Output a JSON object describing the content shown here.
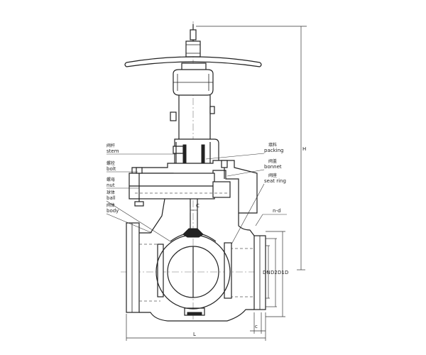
{
  "callouts": {
    "stem": {
      "zh": "阀杆",
      "en": "stem"
    },
    "bolt": {
      "zh": "螺栓",
      "en": "bolt"
    },
    "nut": {
      "zh": "螺母",
      "en": "nut"
    },
    "ball": {
      "zh": "球体",
      "en": "ball"
    },
    "body": {
      "zh": "阀体",
      "en": "body"
    },
    "packing": {
      "zh": "填料",
      "en": "packing"
    },
    "bonnet": {
      "zh": "阀盖",
      "en": "bonnet"
    },
    "seat_ring": {
      "zh": "阀座",
      "en": "seat ring"
    }
  },
  "dimensions": {
    "H": "H",
    "L": "L",
    "C_top": "C",
    "C_bottom": "c",
    "n_d": "n-d",
    "D": "D",
    "D1": "D1",
    "D2": "D2",
    "DN": "DN"
  }
}
